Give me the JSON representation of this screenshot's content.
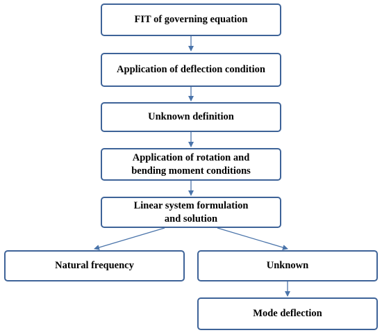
{
  "nodes": {
    "fit": {
      "label": "FIT of governing equation"
    },
    "deflection_condition": {
      "label": "Application of deflection condition"
    },
    "unknown_definition": {
      "label": "Unknown definition"
    },
    "rotation_bending": {
      "line1": "Application of rotation and",
      "line2": "bending moment conditions"
    },
    "linear_system": {
      "line1": "Linear system formulation",
      "line2": "and solution"
    },
    "natural_frequency": {
      "label": "Natural frequency"
    },
    "unknown": {
      "label": "Unknown"
    },
    "mode_deflection": {
      "label": "Mode deflection"
    }
  },
  "colors": {
    "border": "#3e6398",
    "arrow": "#4a74aa"
  }
}
